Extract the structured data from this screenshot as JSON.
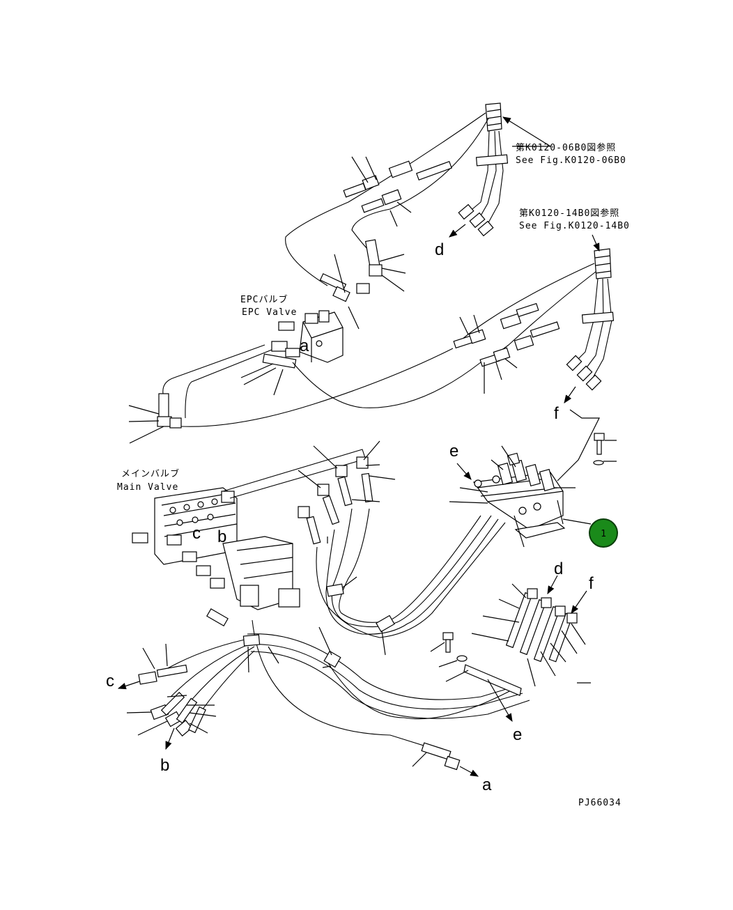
{
  "references": {
    "ref1_jp": "第K0120-06B0図参照",
    "ref1_en": "See Fig.K0120-06B0",
    "ref2_jp": "第K0120-14B0図参照",
    "ref2_en": "See Fig.K0120-14B0"
  },
  "components": {
    "epc_jp": "EPCバルブ",
    "epc_en": "EPC Valve",
    "main_jp": "メインバルブ",
    "main_en": "Main Valve"
  },
  "connection_letters": {
    "a": "a",
    "b": "b",
    "c": "c",
    "d": "d",
    "e": "e",
    "f": "f"
  },
  "callout": {
    "number": "1",
    "fill": "#1a8a1a"
  },
  "drawing_id": "PJ66034"
}
